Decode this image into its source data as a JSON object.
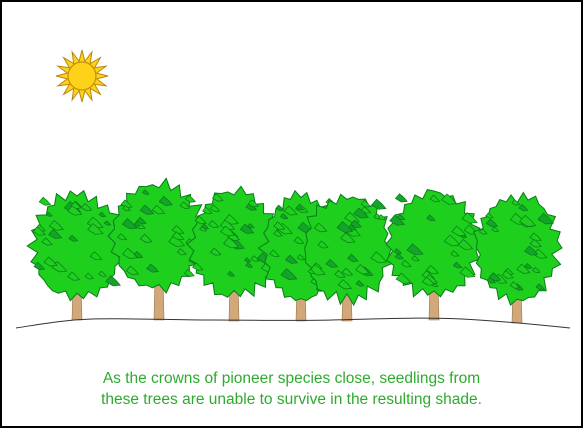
{
  "colors": {
    "background": "#ffffff",
    "border": "#000000",
    "caption_text": "#2eaa2e",
    "foliage": "#1ecf1e",
    "foliage_dark": "#0a7a1a",
    "foliage_shadow": "#14a42a",
    "trunk": "#d2a77a",
    "sun_fill": "#ffd21a",
    "sun_outline": "#b8860b",
    "ground_line": "#333333"
  },
  "icons": {
    "sun": "sun-icon",
    "tree": "deciduous-tree-icon"
  },
  "scene": {
    "tree_count": 7
  },
  "caption": {
    "line1": "As the crowns of pioneer species close, seedlings from",
    "line2": "these trees are unable to survive in the resulting shade."
  }
}
